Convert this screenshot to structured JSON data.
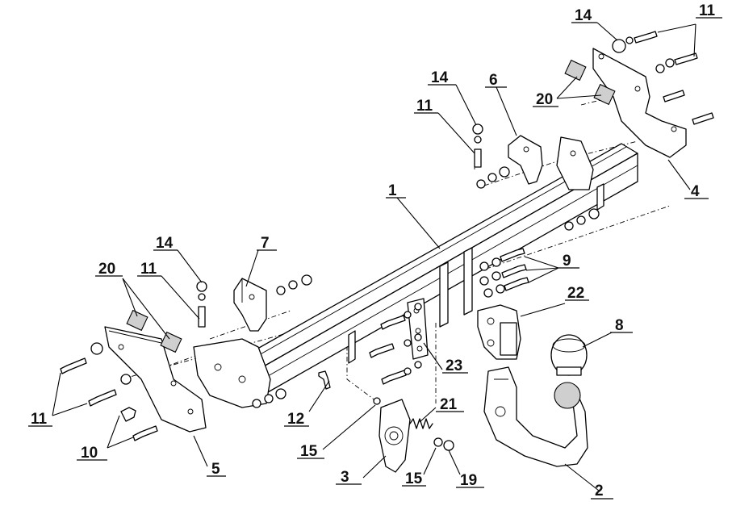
{
  "callouts": [
    {
      "id": "c1",
      "text": "1"
    },
    {
      "id": "c2",
      "text": "2"
    },
    {
      "id": "c3",
      "text": "3"
    },
    {
      "id": "c4",
      "text": "4"
    },
    {
      "id": "c5",
      "text": "5"
    },
    {
      "id": "c6",
      "text": "6"
    },
    {
      "id": "c7",
      "text": "7"
    },
    {
      "id": "c8",
      "text": "8"
    },
    {
      "id": "c9",
      "text": "9"
    },
    {
      "id": "c10",
      "text": "10"
    },
    {
      "id": "c11a",
      "text": "11"
    },
    {
      "id": "c11b",
      "text": "11"
    },
    {
      "id": "c11c",
      "text": "11"
    },
    {
      "id": "c11d",
      "text": "11"
    },
    {
      "id": "c12",
      "text": "12"
    },
    {
      "id": "c14a",
      "text": "14"
    },
    {
      "id": "c14b",
      "text": "14"
    },
    {
      "id": "c14c",
      "text": "14"
    },
    {
      "id": "c15a",
      "text": "15"
    },
    {
      "id": "c15b",
      "text": "15"
    },
    {
      "id": "c19",
      "text": "19"
    },
    {
      "id": "c20a",
      "text": "20"
    },
    {
      "id": "c20b",
      "text": "20"
    },
    {
      "id": "c21",
      "text": "21"
    },
    {
      "id": "c22",
      "text": "22"
    },
    {
      "id": "c23",
      "text": "23"
    }
  ]
}
